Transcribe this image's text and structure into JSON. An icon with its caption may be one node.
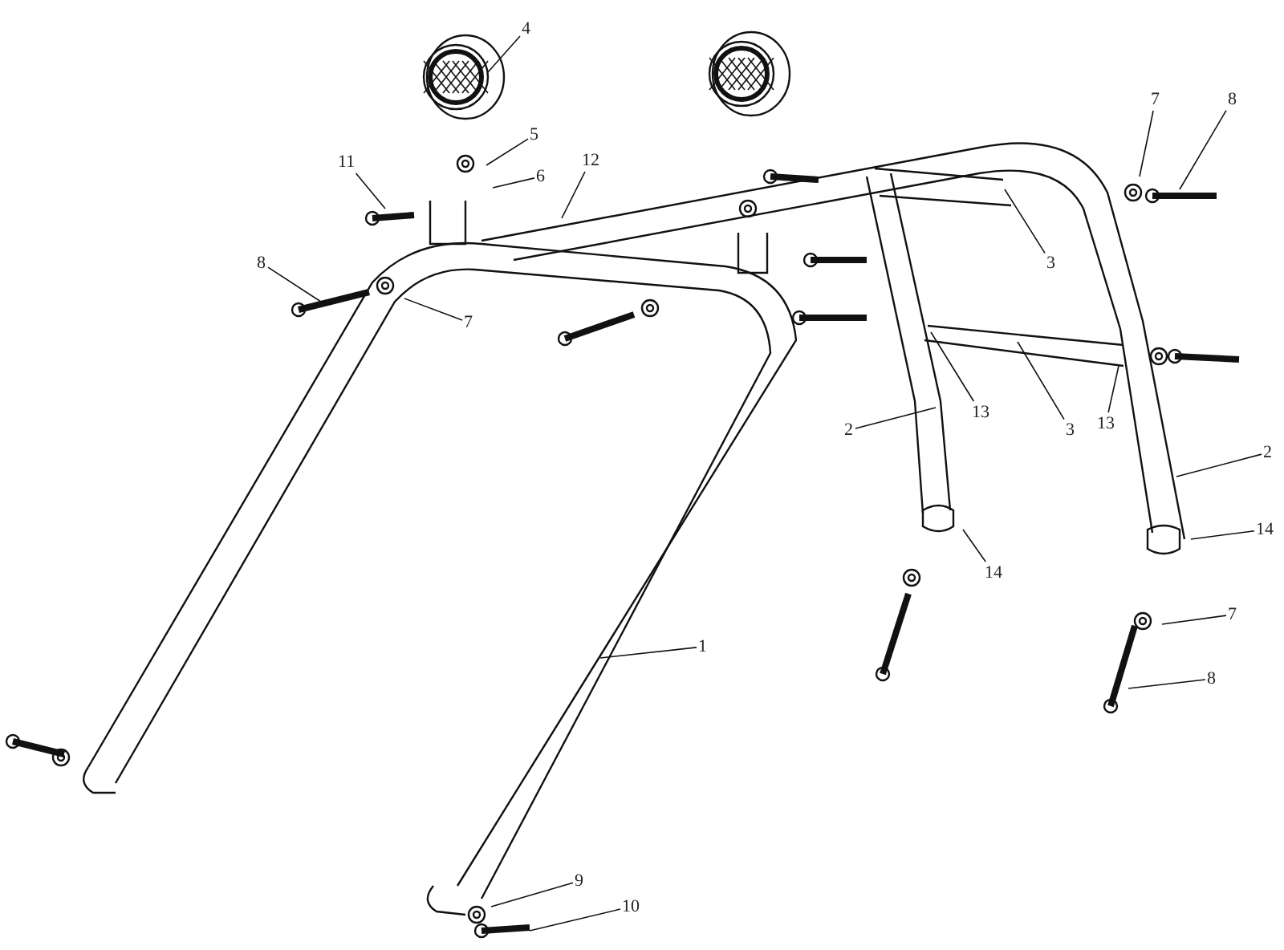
{
  "diagram": {
    "nodes": [
      {
        "text": [
          "4"
        ]
      },
      {
        "text": [
          "5"
        ]
      },
      {
        "text": [
          "11"
        ]
      },
      {
        "text": [
          "6"
        ]
      },
      {
        "text": [
          "12"
        ]
      },
      {
        "text": [
          "7"
        ]
      },
      {
        "text": [
          "8"
        ]
      },
      {
        "text": [
          "8"
        ]
      },
      {
        "text": [
          "3"
        ]
      },
      {
        "text": [
          "7"
        ]
      },
      {
        "text": [
          "3"
        ]
      },
      {
        "text": [
          "13"
        ]
      },
      {
        "text": [
          "13"
        ]
      },
      {
        "text": [
          "2"
        ]
      },
      {
        "text": [
          "2"
        ]
      },
      {
        "text": [
          "14"
        ]
      },
      {
        "text": [
          "14"
        ]
      },
      {
        "text": [
          "7"
        ]
      },
      {
        "text": [
          "1"
        ]
      },
      {
        "text": [
          "8"
        ]
      },
      {
        "text": [
          "9"
        ]
      },
      {
        "text": [
          "10"
        ]
      }
    ],
    "edges": [
      {
        "from": 0,
        "to": null,
        "arrow": "none"
      },
      {
        "from": 1,
        "to": null,
        "arrow": "none"
      },
      {
        "from": 2,
        "to": null,
        "arrow": "none"
      },
      {
        "from": 3,
        "to": null,
        "arrow": "none"
      },
      {
        "from": 4,
        "to": null,
        "arrow": "none"
      },
      {
        "from": 5,
        "to": null,
        "arrow": "none"
      },
      {
        "from": 6,
        "to": null,
        "arrow": "none"
      },
      {
        "from": 7,
        "to": null,
        "arrow": "none"
      },
      {
        "from": 8,
        "to": null,
        "arrow": "none"
      },
      {
        "from": 9,
        "to": null,
        "arrow": "none"
      },
      {
        "from": 10,
        "to": null,
        "arrow": "none"
      },
      {
        "from": 11,
        "to": null,
        "arrow": "none"
      },
      {
        "from": 12,
        "to": null,
        "arrow": "none"
      },
      {
        "from": 13,
        "to": null,
        "arrow": "none"
      },
      {
        "from": 14,
        "to": null,
        "arrow": "none"
      },
      {
        "from": 15,
        "to": null,
        "arrow": "none"
      },
      {
        "from": 16,
        "to": null,
        "arrow": "none"
      },
      {
        "from": 17,
        "to": null,
        "arrow": "none"
      },
      {
        "from": 18,
        "to": null,
        "arrow": "none"
      },
      {
        "from": 19,
        "to": null,
        "arrow": "none"
      },
      {
        "from": 20,
        "to": null,
        "arrow": "none"
      },
      {
        "from": 21,
        "to": null,
        "arrow": "none"
      }
    ]
  }
}
